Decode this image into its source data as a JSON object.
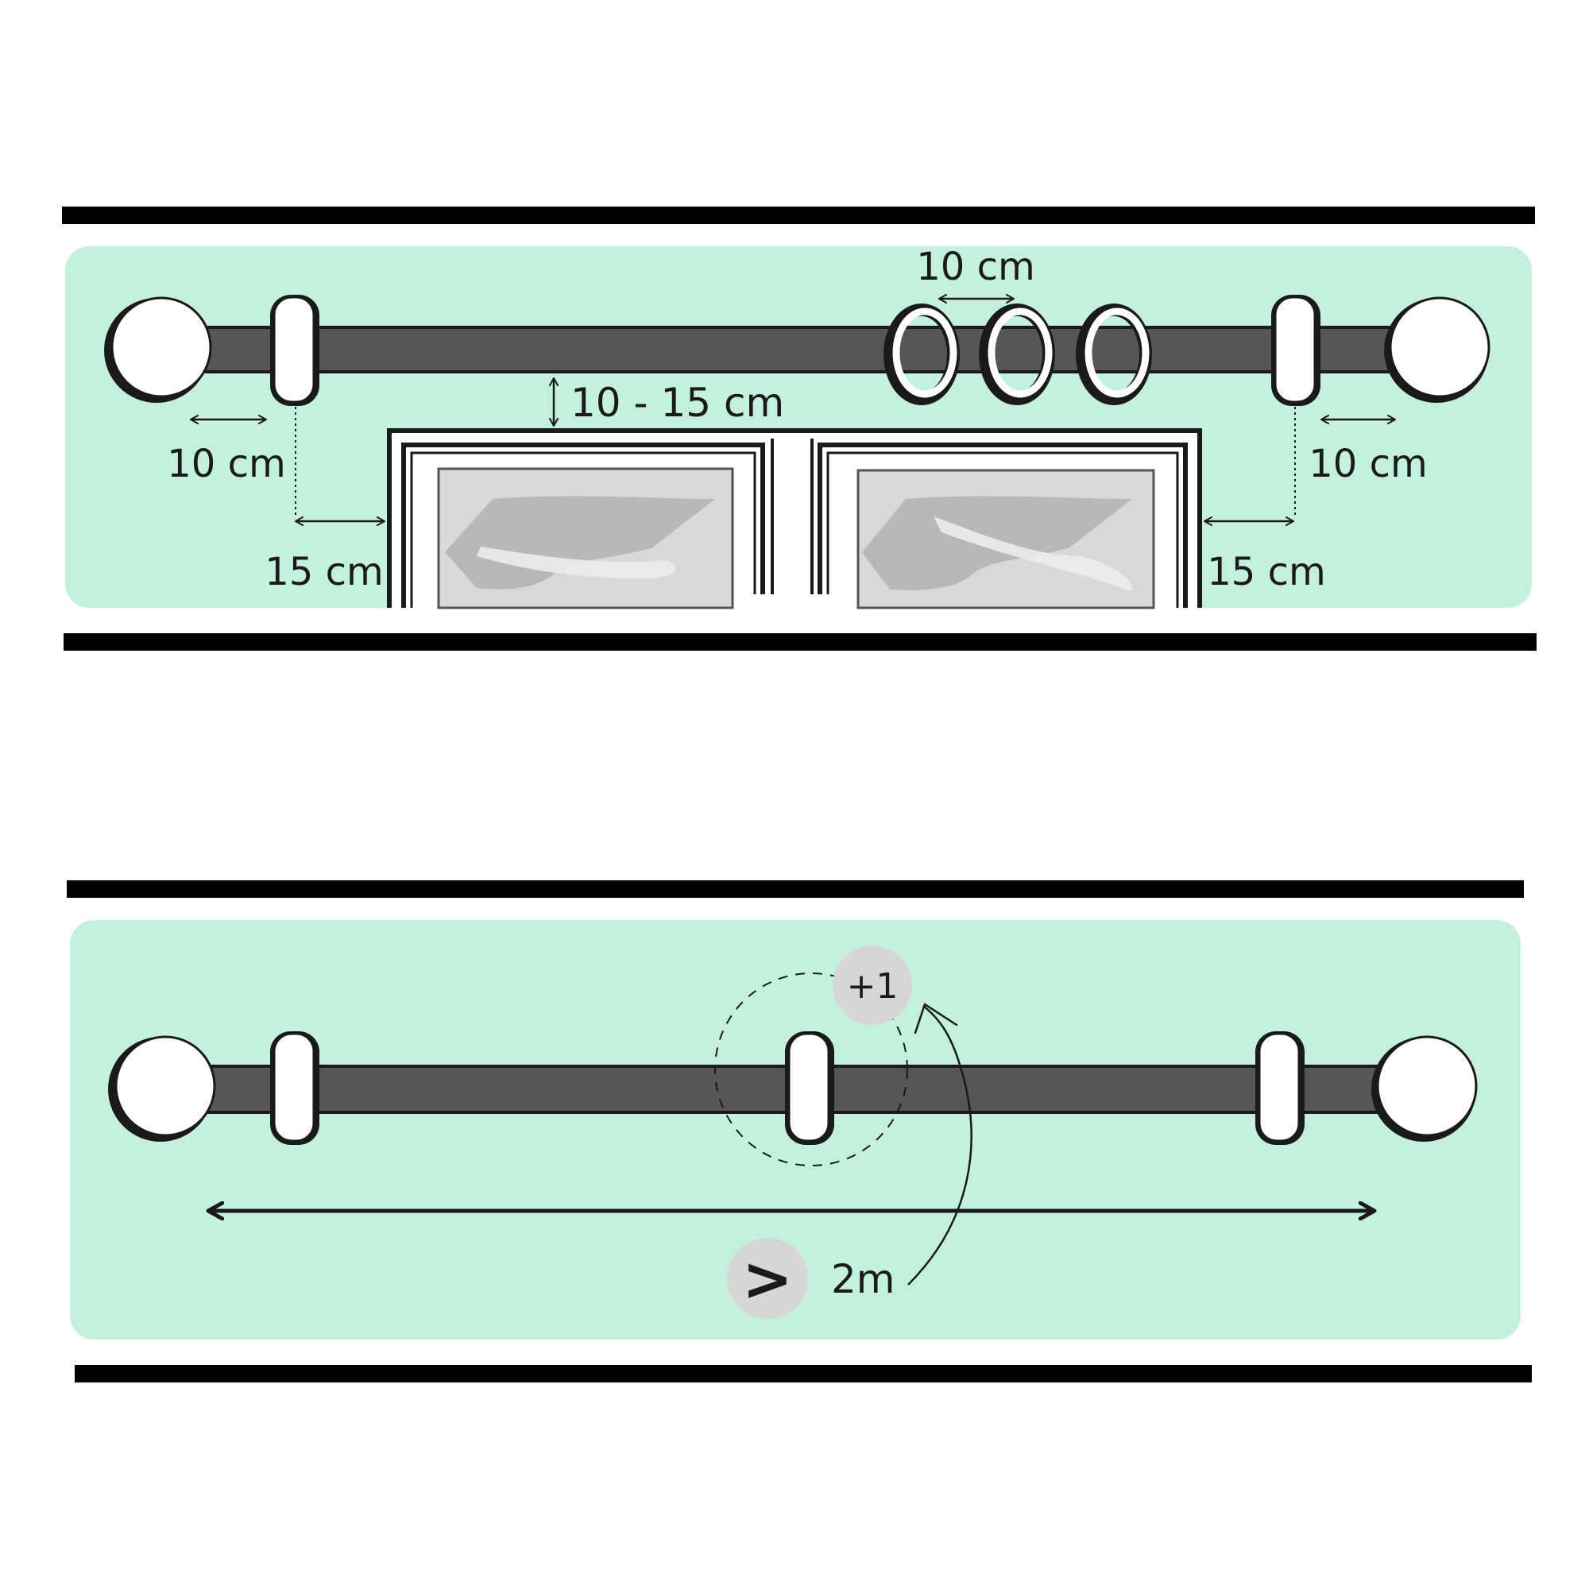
{
  "panel1": {
    "labels": {
      "ring_spacing": "10 cm",
      "window_gap": "10 - 15 cm",
      "left_finial_gap": "10 cm",
      "right_finial_gap": "10 cm",
      "left_window_gap": "15 cm",
      "right_window_gap": "15 cm"
    }
  },
  "panel2": {
    "badge_plus": "+1",
    "badge_gt": ">",
    "length_label": "2m"
  },
  "colors": {
    "panel_bg": "#c3f1de",
    "rod": "#565656",
    "outline": "#1a1a1a",
    "badge": "#d6d6d6",
    "glass": "#d8d8d8",
    "glass_shape": "#b8b8b8"
  }
}
